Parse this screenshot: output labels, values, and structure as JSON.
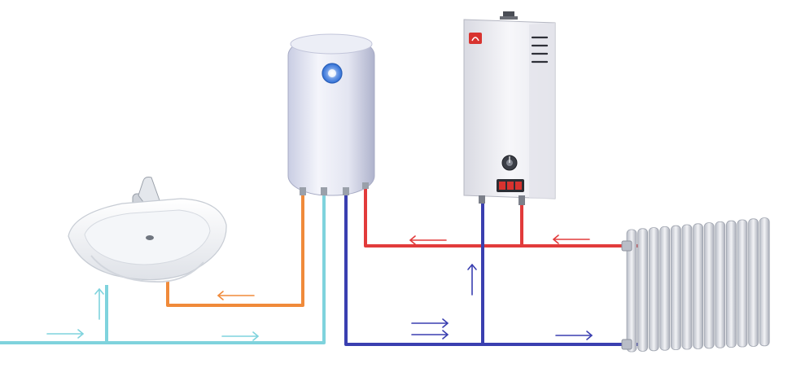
{
  "diagram": {
    "components": [
      {
        "id": "washbasin",
        "kind": "sink-with-faucet"
      },
      {
        "id": "water-heater",
        "kind": "storage-water-heater"
      },
      {
        "id": "electric-boiler",
        "kind": "electric-boiler"
      },
      {
        "id": "radiator",
        "kind": "sectional-radiator"
      }
    ],
    "pipes": [
      {
        "id": "cold-water-supply",
        "color": "#7fd3dd"
      },
      {
        "id": "hot-water-line",
        "color": "#f08a3a"
      },
      {
        "id": "heating-supply",
        "color": "#e23b3b"
      },
      {
        "id": "heating-return",
        "color": "#3a3fb0"
      }
    ],
    "flow_arrows": [
      {
        "pipe": "cold-water-supply",
        "direction": "right"
      },
      {
        "pipe": "cold-water-supply",
        "direction": "right"
      },
      {
        "pipe": "cold-water-supply",
        "direction": "up"
      },
      {
        "pipe": "hot-water-line",
        "direction": "left"
      },
      {
        "pipe": "heating-supply",
        "direction": "left"
      },
      {
        "pipe": "heating-supply",
        "direction": "left"
      },
      {
        "pipe": "heating-return",
        "direction": "right"
      },
      {
        "pipe": "heating-return",
        "direction": "right"
      },
      {
        "pipe": "heating-return",
        "direction": "right"
      },
      {
        "pipe": "heating-return",
        "direction": "up"
      }
    ],
    "colors": {
      "cold": "#7fd3dd",
      "hot_water": "#f08a3a",
      "heating_supply": "#e23b3b",
      "heating_return": "#3a3fb0",
      "appliance_white": "#f3f4f8",
      "logo_red": "#d8332f",
      "heater_badge": "#2f6fd6"
    }
  }
}
